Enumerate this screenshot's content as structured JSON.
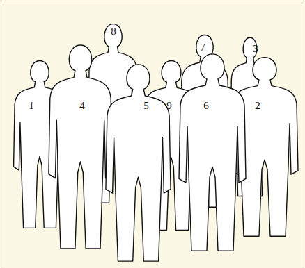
{
  "diagram": {
    "nodes": [
      {
        "text": [
          "8"
        ]
      },
      {
        "text": [
          "7"
        ]
      },
      {
        "text": [
          "3"
        ]
      },
      {
        "text": [
          "1"
        ]
      },
      {
        "text": [
          "4"
        ]
      },
      {
        "text": [
          "5"
        ]
      },
      {
        "text": [
          "9"
        ]
      },
      {
        "text": [
          "6"
        ]
      },
      {
        "text": [
          "2"
        ]
      }
    ]
  }
}
